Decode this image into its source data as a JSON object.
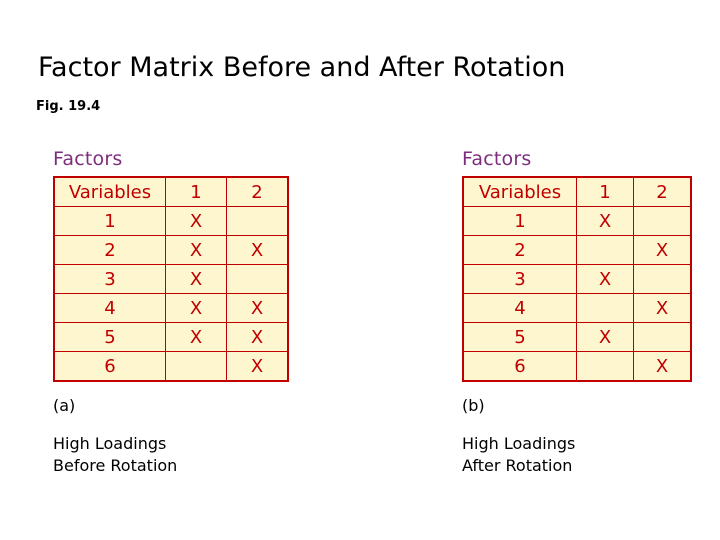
{
  "slide": {
    "title": "Factor Matrix Before and After Rotation",
    "fig_label": "Fig. 19.4"
  },
  "colors": {
    "table_border": "#c00000",
    "table_text": "#c00000",
    "table_fill": "#fdf6cf",
    "heading": "#7d2d7d",
    "body_text": "#000000"
  },
  "panels": [
    {
      "heading": "Factors",
      "columns": [
        "Variables",
        "1",
        "2"
      ],
      "rows": [
        [
          "1",
          "X",
          ""
        ],
        [
          "2",
          "X",
          "X"
        ],
        [
          "3",
          "X",
          ""
        ],
        [
          "4",
          "X",
          "X"
        ],
        [
          "5",
          "X",
          "X"
        ],
        [
          "6",
          "",
          "X"
        ]
      ],
      "caption": "(a)",
      "note_line1": "High Loadings",
      "note_line2": "Before Rotation"
    },
    {
      "heading": "Factors",
      "columns": [
        "Variables",
        "1",
        "2"
      ],
      "rows": [
        [
          "1",
          "X",
          ""
        ],
        [
          "2",
          "",
          "X"
        ],
        [
          "3",
          "X",
          ""
        ],
        [
          "4",
          "",
          "X"
        ],
        [
          "5",
          "X",
          ""
        ],
        [
          "6",
          "",
          "X"
        ]
      ],
      "caption": "(b)",
      "note_line1": "High Loadings",
      "note_line2": "After Rotation"
    }
  ]
}
